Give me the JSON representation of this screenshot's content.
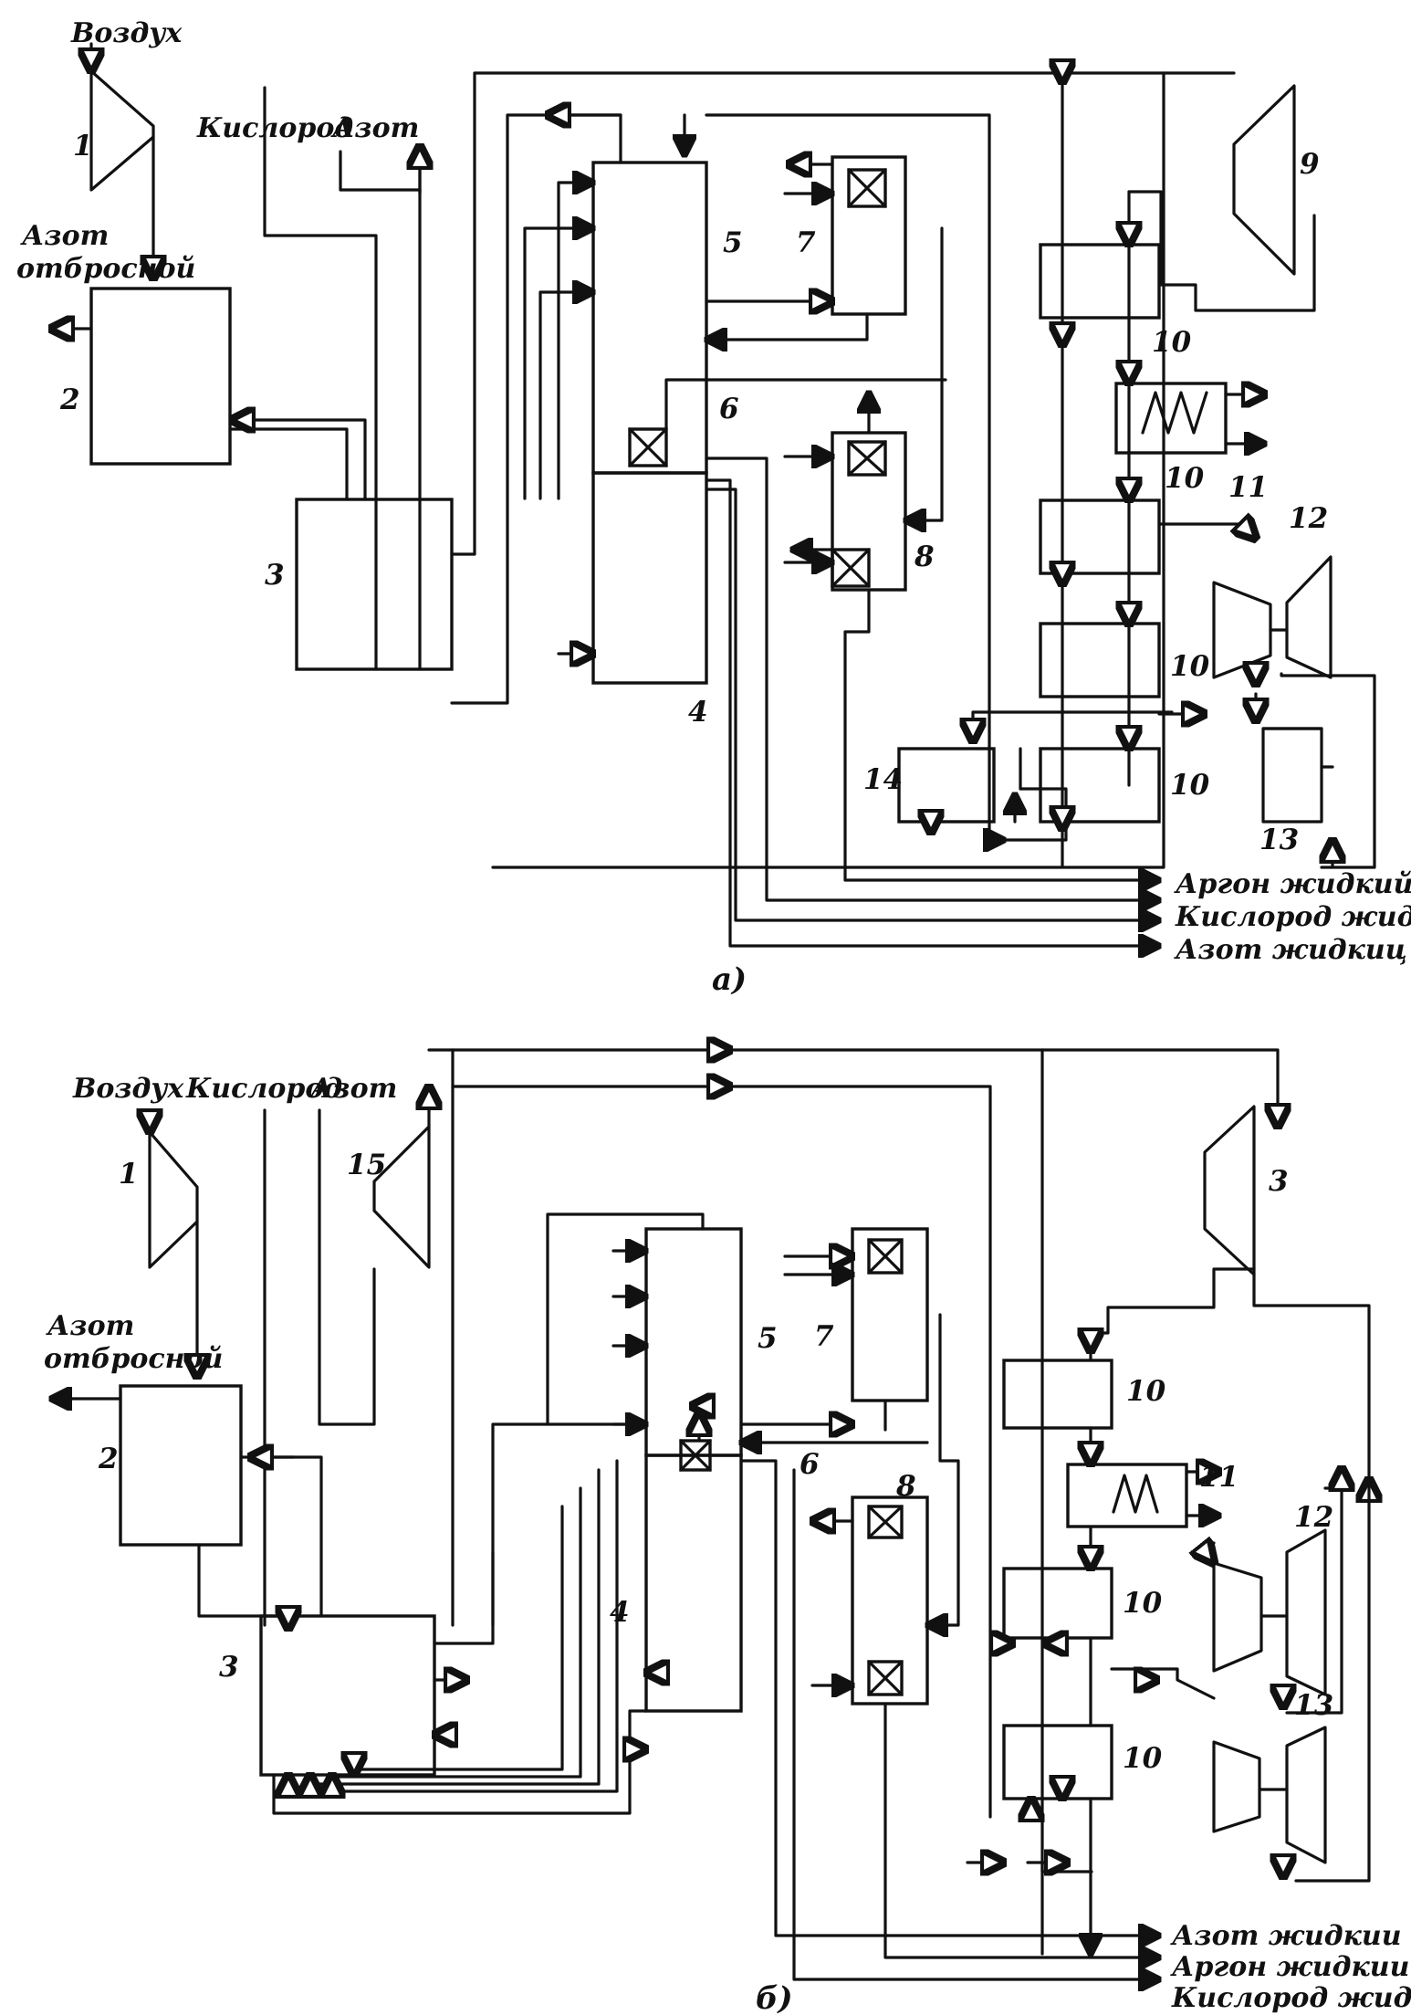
{
  "panel_a": {
    "caption": "а)",
    "labels": {
      "air": "Воздух",
      "oxygen": "Кислород",
      "nitrogen": "Азот",
      "waste_nitrogen_1": "Азот",
      "waste_nitrogen_2": "отбросной",
      "argon_liquid": "Аргон жидкий",
      "oxygen_liquid": "Кислород жидкий",
      "nitrogen_liquid": "Азот жидкиц"
    },
    "numbers": {
      "n1": "1",
      "n2": "2",
      "n3": "3",
      "n4": "4",
      "n5": "5",
      "n6": "6",
      "n7": "7",
      "n8": "8",
      "n9": "9",
      "n10a": "10",
      "n10b": "10",
      "n10c": "10",
      "n10d": "10",
      "n11": "11",
      "n12": "12",
      "n13": "13",
      "n14": "14"
    }
  },
  "panel_b": {
    "caption": "б)",
    "labels": {
      "air": "Воздух",
      "oxygen": "Кислород",
      "nitrogen": "Азот",
      "waste_nitrogen_1": "Азот",
      "waste_nitrogen_2": "отбросной",
      "nitrogen_liquid": "Азот жидкии",
      "argon_liquid": "Аргон жидкии",
      "oxygen_liquid": "Кислород жидкии"
    },
    "numbers": {
      "n1": "1",
      "n2": "2",
      "n3a": "3",
      "n3b": "3",
      "n4": "4",
      "n5": "5",
      "n6": "6",
      "n7": "7",
      "n8": "8",
      "n10a": "10",
      "n10b": "10",
      "n10c": "10",
      "n11": "11",
      "n12": "12",
      "n13": "13",
      "n15": "15"
    }
  }
}
